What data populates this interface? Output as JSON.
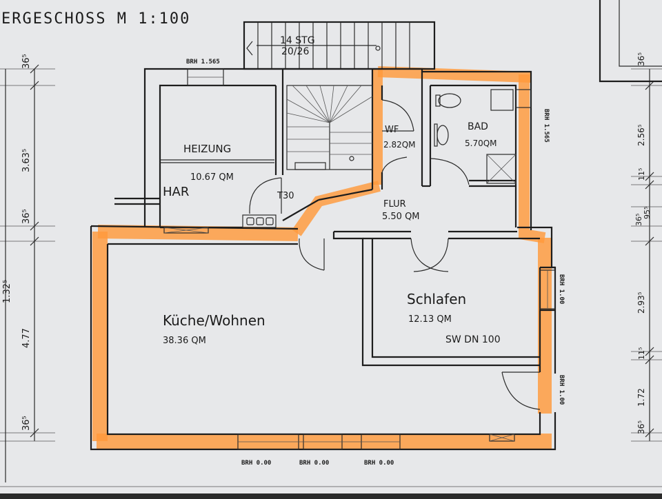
{
  "plan": {
    "title": "ERGESCHOSS  M 1:100",
    "stair_top": "14 STG",
    "stair_top_dims": "20/26",
    "door_t30": "T30",
    "har": "HAR"
  },
  "rooms": [
    {
      "id": "heizung",
      "name": "HEIZUNG",
      "area": "10.67  QM"
    },
    {
      "id": "wf",
      "name": "WF",
      "area": "2.82QM"
    },
    {
      "id": "bad",
      "name": "BAD",
      "area": "5.70QM"
    },
    {
      "id": "flur",
      "name": "FLUR",
      "area": "5.50  QM"
    },
    {
      "id": "schlafen",
      "name": "Schlafen",
      "area": "12.13  QM",
      "note": "SW  DN 100"
    },
    {
      "id": "kueche",
      "name": "Küche/Wohnen",
      "area": "38.36  QM"
    }
  ],
  "windows": {
    "brh_top": "BRH 1.565",
    "brh_right_top": "BRH 1.565",
    "brh_right_mid": "BRH 1.00",
    "brh_right_low": "BRH 1.00",
    "brh_bottom": [
      "BRH 0.00",
      "BRH 0.00",
      "BRH 0.00"
    ]
  },
  "dims_left": [
    "36⁵",
    "3.63⁵",
    "36⁵",
    "1.32⁵",
    "4.77",
    "36⁵"
  ],
  "dims_right": [
    "36⁵",
    "2.56⁵",
    "11⁵",
    "36⁵",
    "95⁵",
    "2.93⁵",
    "11⁵",
    "1.72",
    "36⁵"
  ],
  "colors": {
    "paper": "#e7e8ea",
    "ink": "#1d1d1d",
    "highlight": "#ff9a3c"
  }
}
